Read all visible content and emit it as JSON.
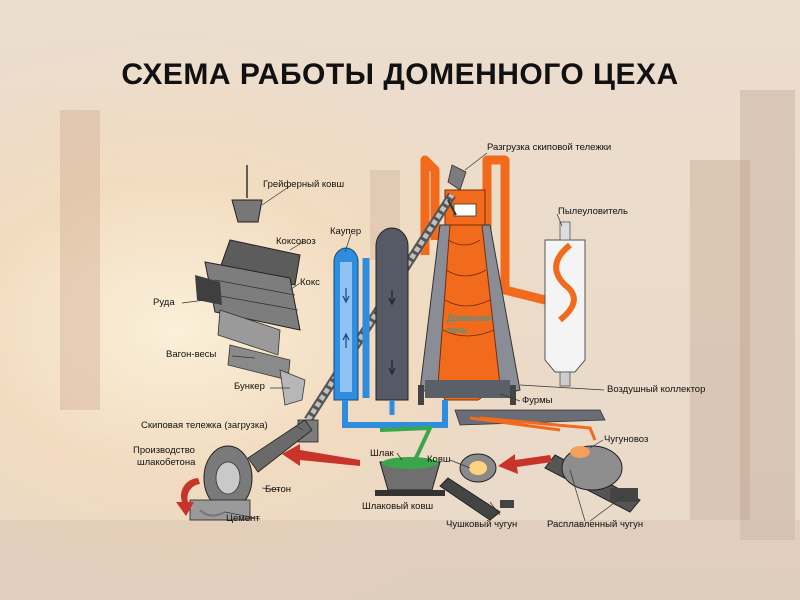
{
  "slide": {
    "title": "СХЕМА РАБОТЫ ДОМЕННОГО ЦЕХА"
  },
  "labels": {
    "skip_unload": "Разгрузка скиповой тележки",
    "grab_bucket": "Грейферный ковш",
    "coke_car": "Коксовоз",
    "cowper": "Каупер",
    "dust_catcher": "Пылеуловитель",
    "coke": "Кокс",
    "ore": "Руда",
    "furnace_line1": "Доменная",
    "furnace_line2": "печь",
    "weigh_car": "Вагон-весы",
    "bunker": "Бункер",
    "air_collector": "Воздушный коллектор",
    "tuyeres": "Фурмы",
    "skip_car": "Скиповая тележка (загрузка)",
    "slag_concrete_line1": "Производство",
    "slag_concrete_line2": "шлакобетона",
    "slag": "Шлак",
    "ladle": "Ковш",
    "iron_car": "Чугуновоз",
    "concrete": "Бетон",
    "cement": "Цемент",
    "slag_ladle": "Шлаковый ковш",
    "pig_iron": "Чушковый чугун",
    "molten_iron": "Расплавленный чугун"
  },
  "colors": {
    "furnace": "#f26a1b",
    "cowper_blue": "#2f8de0",
    "cowper_gray": "#555a66",
    "slag_green": "#3aa64b",
    "arrow_red": "#c8342a",
    "machinery": "#6e6e6e"
  }
}
